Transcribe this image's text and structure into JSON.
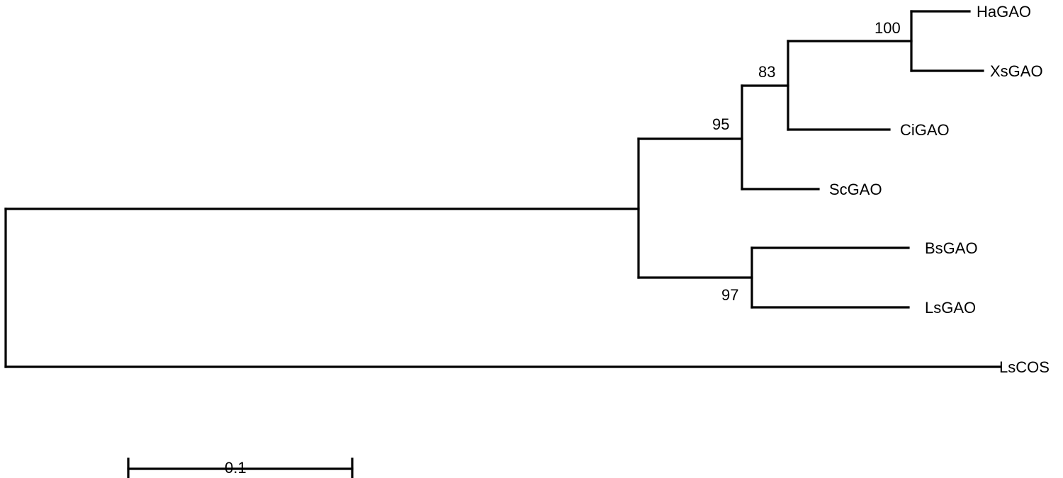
{
  "tree": {
    "tips": {
      "hagao": "HaGAO",
      "xsgao": "XsGAO",
      "cigao": "CiGAO",
      "scgao": "ScGAO",
      "bsgao": "BsGAO",
      "lsgao": "LsGAO",
      "lscos": "LsCOS"
    },
    "support": {
      "ha_xs": "100",
      "ha_xs_ci": "83",
      "ha_xs_ci_sc": "95",
      "bs_ls": "97"
    }
  },
  "scale_bar": {
    "label": "0.1"
  }
}
